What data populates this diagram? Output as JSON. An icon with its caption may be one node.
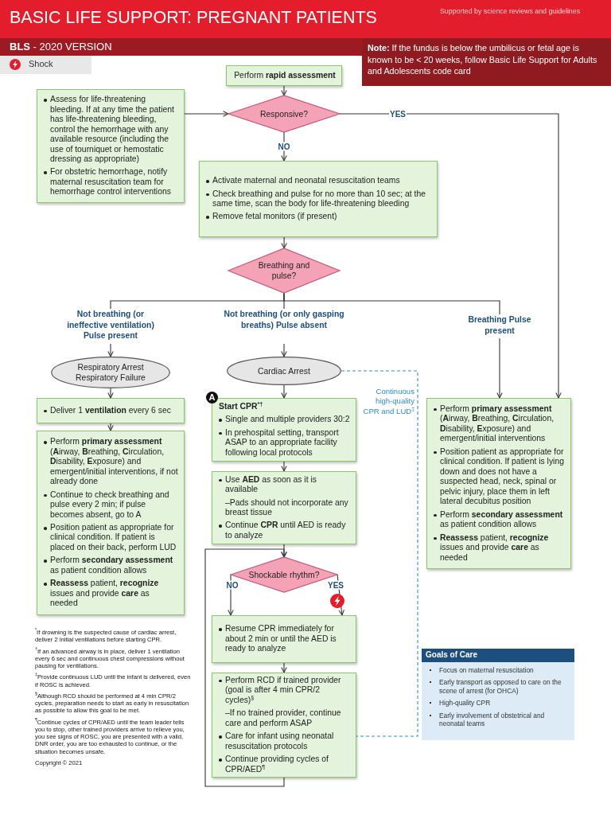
{
  "diagram": {
    "title": "BASIC LIFE SUPPORT: PREGNANT PATIENTS",
    "nodes": [
      {
        "text": [
          "Perform **rapid assessment**"
        ]
      },
      {
        "text": [
          "Assess for life-threatening bleeding. If at any time the patient has life-threatening bleeding, control the hemorrhage with any available resource (including the use of tourniquet or hemostatic dressing as appropriate)",
          "For obstetric hemorrhage, notify maternal resuscitation team for hemorrhage control interventions"
        ]
      },
      {
        "text": [
          "Responsive?"
        ]
      },
      {
        "text": [
          "Activate maternal and neonatal resuscitation teams",
          "Check breathing and pulse for no more than 10 sec; at the same time, scan the body for life-threatening bleeding",
          "Remove fetal monitors (if present)"
        ]
      },
      {
        "text": [
          "Breathing and pulse?"
        ]
      },
      {
        "text": [
          "Not breathing (or ineffective ventilation) Pulse present"
        ]
      },
      {
        "text": [
          "Not breathing (or only gasping breaths) Pulse absent"
        ]
      },
      {
        "text": [
          "Breathing Pulse present"
        ]
      },
      {
        "text": [
          "Respiratory Arrest Respiratory Failure"
        ]
      },
      {
        "text": [
          "Cardiac Arrest"
        ]
      },
      {
        "text": [
          "Deliver 1 **ventilation** every 6 sec"
        ]
      },
      {
        "text": [
          "Perform **primary assessment** (**A**irway, **B**reathing, **C**irculation, **D**isability, **E**xposure) and emergent/initial interventions, if not already done",
          "Continue to check breathing and pulse every 2 min; if pulse becomes absent, go to A",
          "Position patient as appropriate for clinical condition. If patient is placed on their back, perform LUD",
          "Perform **secondary assessment** as patient condition allows",
          "**Reassess** patient, **recognize** issues and provide **care** as needed"
        ]
      },
      {
        "text": [
          "Start CPR$^{*†}$",
          "Single and multiple providers 30:2",
          "In prehospital setting, transport ASAP to an appropriate facility following local protocols"
        ],
        "beside": [
          "A"
        ]
      },
      {
        "text": [
          "Use **AED** as soon as it is available",
          "–Pads should not incorporate any breast tissue",
          "Continue **CPR** until AED is ready to analyze"
        ]
      },
      {
        "text": [
          "Shockable rhythm?"
        ]
      },
      {
        "text": [
          "Resume CPR immediately for about 2 min or until the AED is ready to analyze"
        ]
      },
      {
        "text": [
          "Perform RCD if trained provider (goal is after 4 min CPR/2 cycles)$^{§}$",
          "–If no trained provider, continue care and perform ASAP",
          "Care for infant using neonatal resuscitation protocols",
          "Continue providing cycles of CPR/AED$^{¶}$"
        ]
      },
      {
        "text": [
          "Perform **primary assessment** (**A**irway, **B**reathing, **C**irculation, **D**isability, **E**xposure) and emergent/initial interventions",
          "Position patient as appropriate for clinical condition. If patient is lying down and does not have a suspected head, neck, spinal or pelvic injury, place them in left lateral decubitus position",
          "Perform **secondary assessment** as patient condition allows",
          "**Reassess** patient, **recognize** issues and provide **care** as needed"
        ]
      },
      {
        "text": [
          "Goals of Care",
          "Focus on maternal resuscitation",
          "Early transport as opposed to care on the scene of arrest (for OHCA)",
          "High-quality CPR",
          "Early involvement of obstetrical and neonatal teams"
        ]
      }
    ],
    "edges": [
      {
        "from": 0,
        "to": 2,
        "arrow": "to"
      },
      {
        "from": 1,
        "to": 2,
        "arrow": "to"
      },
      {
        "from": 2,
        "to": 3,
        "arrow": "to",
        "label": "NO"
      },
      {
        "from": 2,
        "to": 17,
        "arrow": "to",
        "label": "YES"
      },
      {
        "from": 3,
        "to": 4,
        "arrow": "to"
      },
      {
        "from": 4,
        "to": 5,
        "arrow": "none"
      },
      {
        "from": 4,
        "to": 6,
        "arrow": "none"
      },
      {
        "from": 4,
        "to": 7,
        "arrow": "none"
      },
      {
        "from": 5,
        "to": 8,
        "arrow": "to"
      },
      {
        "from": 6,
        "to": 9,
        "arrow": "to"
      },
      {
        "from": 7,
        "to": 17,
        "arrow": "to"
      },
      {
        "from": 8,
        "to": 10,
        "arrow": "to"
      },
      {
        "from": 10,
        "to": 11,
        "arrow": "to"
      },
      {
        "from": 9,
        "to": 12,
        "arrow": "to"
      },
      {
        "from": 12,
        "to": 13,
        "arrow": "to"
      },
      {
        "from": 13,
        "to": 14,
        "arrow": "to"
      },
      {
        "from": 14,
        "to": 15,
        "arrow": "to",
        "label": "NO"
      },
      {
        "from": 14,
        "to": 15,
        "arrow": "to",
        "label": "YES"
      },
      {
        "from": 15,
        "to": 16,
        "arrow": "to"
      },
      {
        "from": 16,
        "to": 14,
        "arrow": "to"
      },
      {
        "from": 9,
        "to": 16,
        "arrow": "none",
        "label": "Continuous high-quality CPR and LUD$^{‡}$",
        "style": "dashed",
        "color": "#2a8fd0"
      }
    ],
    "labels": [
      "Supported by science reviews and guidelines",
      "**BLS** - 2020 VERSION",
      "**Note:** If the fundus is below the umbilicus or fetal age is known to be < 20 weeks, follow Basic Life Support for Adults and Adolescents code card",
      "$^{*}$If drowning is the suspected cause of cardiac arrest, deliver 2 initial ventilations before starting CPR.",
      "$^{†}$If an advanced airway is in place, deliver 1 ventilation every 6 sec and continuous chest compressions without pausing for ventilations.",
      "$^{‡}$Provide continuous LUD until the infant is delivered, even if ROSC is achieved.",
      "$^{§}$Although RCD should be performed at 4 min CPR/2 cycles, preparation needs to start as early in resuscitation as possible to allow this goal to be met.",
      "$^{¶}$Continue cycles of CPR/AED until the team leader tells you to stop, other trained providers arrive to relieve you, you see signs of ROSC, you are presented with a valid, DNR order, you are too exhausted to continue, or the situation becomes unsafe.",
      "Copyright © 2021"
    ],
    "legend": [
      {
        "text": "Shock"
      }
    ]
  }
}
